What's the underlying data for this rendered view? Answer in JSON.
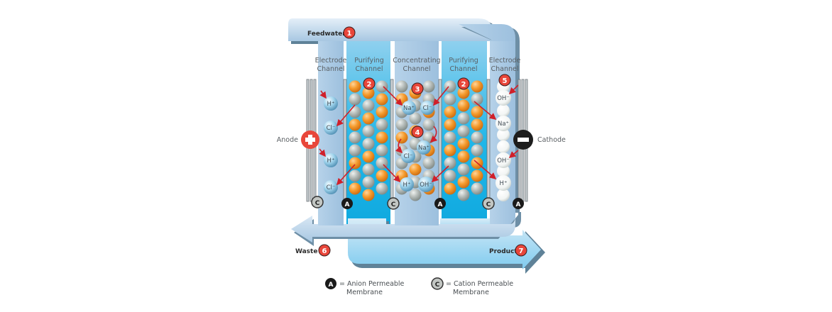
{
  "title": "Electrodeionization (EDI) process diagram",
  "flows": {
    "feedwater": {
      "label": "Feedwater",
      "step": "1"
    },
    "waste": {
      "label": "Waste",
      "step": "6"
    },
    "product": {
      "label": "Product",
      "step": "7"
    }
  },
  "channels": [
    {
      "line1": "Electrode",
      "line2": "Channel"
    },
    {
      "line1": "Purifying",
      "line2": "Channel"
    },
    {
      "line1": "Concentrating",
      "line2": "Channel"
    },
    {
      "line1": "Purifying",
      "line2": "Channel"
    },
    {
      "line1": "Electrode",
      "line2": "Channel"
    }
  ],
  "electrodes": {
    "anode": {
      "label": "Anode",
      "symbol": "+"
    },
    "cathode": {
      "label": "Cathode",
      "symbol": "−"
    }
  },
  "steps": {
    "s2": "2",
    "s3": "3",
    "s4": "4",
    "s5": "5"
  },
  "membranes": [
    "C",
    "A",
    "C",
    "A",
    "C",
    "A"
  ],
  "ions": {
    "anode_channel": [
      "H⁺",
      "Cl⁻",
      "H⁺",
      "Cl⁻"
    ],
    "concentrating": [
      "Na⁺",
      "Cl⁻",
      "Na⁺",
      "Cl⁻",
      "H⁺",
      "OH⁻"
    ],
    "cathode_channel": [
      "OH⁻",
      "Na⁺",
      "OH⁻",
      "H⁺"
    ]
  },
  "legend": {
    "anion": {
      "symbol": "A",
      "line1": "= Anion Permeable",
      "line2": "Membrane"
    },
    "cation": {
      "symbol": "C",
      "line1": "= Cation Permeable",
      "line2": "Membrane"
    }
  },
  "colors": {
    "flow_light": "#cfe3f3",
    "flow_mid": "#a9cbe6",
    "flow_shadow": "#6e8fa6",
    "water_cyan": "#19b8ea",
    "step_red": "#e8463a",
    "resin_orange": "#f39a2e",
    "resin_gray": "#a9b0ad",
    "arrow_red": "#d0202a"
  }
}
